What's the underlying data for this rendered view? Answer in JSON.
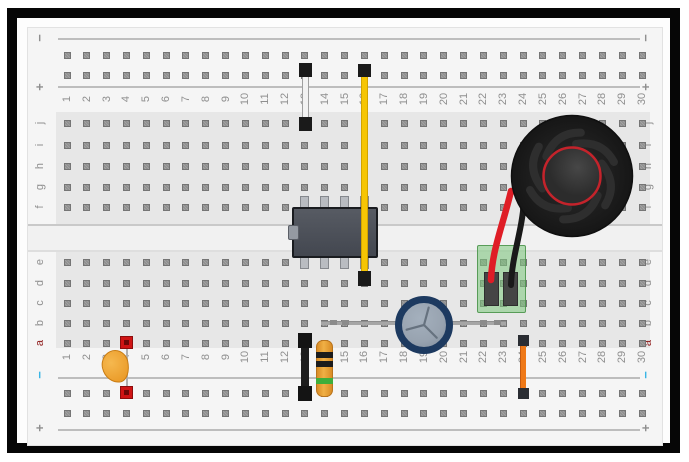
{
  "board": {
    "column_numbers": [
      "1",
      "2",
      "3",
      "4",
      "5",
      "6",
      "7",
      "8",
      "9",
      "10",
      "11",
      "12",
      "13",
      "14",
      "15",
      "16",
      "17",
      "18",
      "19",
      "20",
      "21",
      "22",
      "23",
      "24",
      "25",
      "26",
      "27",
      "28",
      "29",
      "30"
    ],
    "row_letters_top": [
      "j",
      "i",
      "h",
      "g",
      "f"
    ],
    "row_letters_bottom": [
      "e",
      "d",
      "c",
      "b",
      "a"
    ],
    "rail_negative_symbol": "−",
    "rail_positive_symbol": "+",
    "colors": {
      "label": "#8f8f8f",
      "row_letter_a": "#8e1b1b",
      "negative_mark_bottom": "#3ab5e6",
      "rail_line": "#bdbdbd",
      "surface": "#f5f5f5",
      "grid_zone": "#e7e7e7",
      "channel": "#f1f1f1"
    }
  },
  "components": [
    {
      "id": "white-jumper-wire",
      "label": "white jumper wire",
      "color": "#f2f2f2",
      "edge_color": "#9f9f9f",
      "connector_color": "#1a1a1a",
      "connection": "top positive rail column 13 to j13"
    },
    {
      "id": "yellow-jumper-wire",
      "label": "yellow jumper wire",
      "color": "#f6c504",
      "edge_color": "#d2a300",
      "connector_color": "#1a1a1a",
      "connection": "top positive rail column 16 to d16"
    },
    {
      "id": "ic-chip",
      "label": "8-pin DIP IC",
      "body_color": "#4d525b",
      "body_edge": "#1a1c20",
      "pin_color": "#b9bcc1",
      "notch_color": "#959aa2",
      "connection": "columns 13-16 straddling center channel"
    },
    {
      "id": "ceramic-capacitor",
      "label": "ceramic disc capacitor",
      "color": "#eda02f",
      "pad_color": "#cf1414",
      "pad_edge": "#8c0d0d",
      "lead_color": "#b0b0b0",
      "connection": "a4 to bottom negative rail column 4"
    },
    {
      "id": "black-jumper-wire",
      "label": "black jumper wire",
      "color": "#1d1d1d",
      "connector_color": "#141414",
      "connection": "a13 to bottom negative rail column 13"
    },
    {
      "id": "resistor",
      "label": "resistor",
      "body_color": "#eda63a",
      "band_colors": [
        "#1c1c1c",
        "#1c1c1c",
        "#3fae3a"
      ],
      "lead_color": "#a8a8a8",
      "connection": "a14 to bottom negative rail column 14"
    },
    {
      "id": "electrolytic-capacitor",
      "label": "electrolytic capacitor top view",
      "ring_color": "#1d3a60",
      "top_color": "#98a3b0",
      "crease_color": "#66727f",
      "lead_color": "#a6a6a6",
      "connection": "row b, leads spanning columns 14-23"
    },
    {
      "id": "orange-jumper-wire",
      "label": "orange jumper wire",
      "color": "#ef7918",
      "connector_color": "#2a2d33",
      "connection": "a24 to bottom negative rail column 24"
    },
    {
      "id": "speaker",
      "label": "loudspeaker",
      "body_color": "#1f1f1f",
      "swirl_color": "#2e2e2e",
      "ring_color": "#c4232b",
      "cone_color": "#3a3a3a",
      "wire_red": "#df1d26",
      "wire_black": "#191919",
      "connector_color": "#7cc87c",
      "connector_pin_color": "#454545",
      "connection": "wires into green connector at columns 22-23 rows c-e"
    }
  ]
}
